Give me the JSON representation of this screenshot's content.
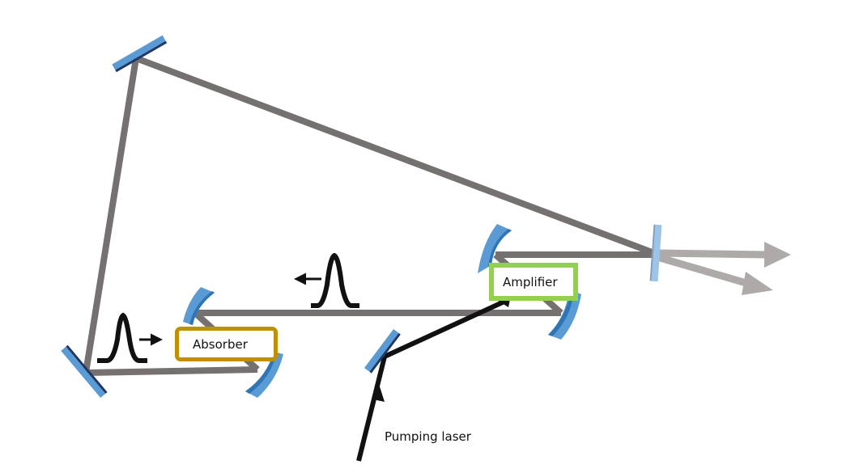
{
  "diagram": {
    "type": "laser-cavity-schematic",
    "labels": {
      "absorber": "Absorber",
      "amplifier": "Amplifier",
      "pump": "Pumping laser"
    },
    "components": [
      {
        "name": "flat-mirror-top-left",
        "kind": "flat mirror"
      },
      {
        "name": "flat-mirror-bottom-left",
        "kind": "flat mirror"
      },
      {
        "name": "curved-mirror-absorber-left",
        "kind": "curved mirror"
      },
      {
        "name": "curved-mirror-absorber-right",
        "kind": "curved mirror"
      },
      {
        "name": "curved-mirror-amplifier-left",
        "kind": "curved mirror"
      },
      {
        "name": "curved-mirror-amplifier-right",
        "kind": "curved mirror"
      },
      {
        "name": "pump-mirror",
        "kind": "flat mirror"
      },
      {
        "name": "output-coupler",
        "kind": "output coupler"
      }
    ],
    "pulses": [
      {
        "name": "pulse-left",
        "direction": "right"
      },
      {
        "name": "pulse-center",
        "direction": "left"
      }
    ],
    "outputs": 2,
    "colors": {
      "beam": "#767171",
      "output_beam": "#aeaaaa",
      "pump_beam": "#111111",
      "mirror": "#5b9bd5",
      "mirror_back": "#1f3864",
      "coupler": "#9dc3e6",
      "absorber_border": "#bf9000",
      "amplifier_border": "#92d050"
    }
  }
}
